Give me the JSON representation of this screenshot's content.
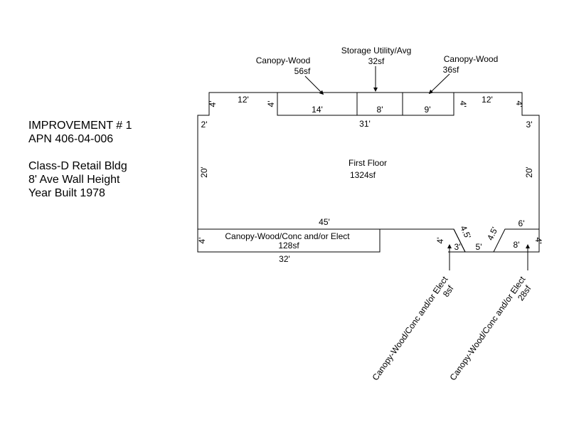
{
  "info": {
    "heading": "IMPROVEMENT # 1",
    "apn": "APN 406-04-006",
    "class": "Class-D Retail Bldg",
    "wall_height": "8' Ave Wall Height",
    "year_built": "Year Built 1978"
  },
  "areas": {
    "first_floor": {
      "name": "First Floor",
      "size": "1324sf"
    },
    "canopy_left": {
      "name": "Canopy-Wood",
      "size": "56sf"
    },
    "storage": {
      "name": "Storage Utility/Avg",
      "size": "32sf"
    },
    "canopy_right": {
      "name": "Canopy-Wood",
      "size": "36sf"
    },
    "canopy_bottom": {
      "name": "Canopy-Wood/Conc and/or Elect",
      "size": "128sf"
    },
    "canopy_small_1": {
      "name": "Canopy-Wood/Conc and/or Elect",
      "size": "8sf"
    },
    "canopy_small_2": {
      "name": "Canopy-Wood/Conc and/or Elect",
      "size": "28sf"
    }
  },
  "dims": {
    "top_left_12": "12'",
    "top_left_4": "4'",
    "left_2": "2'",
    "left_20": "20'",
    "inner_4_left": "4'",
    "seg_14": "14'",
    "seg_8": "8'",
    "seg_9": "9'",
    "span_31": "31'",
    "inner_4_right": "4'",
    "top_right_12": "12'",
    "top_right_4": "4'",
    "right_3": "3'",
    "right_20": "20'",
    "bottom_45": "45'",
    "canopy_left_4": "4'",
    "canopy_bottom_32": "32'",
    "notch_4": "4'",
    "notch_4_5_a": "4.5'",
    "notch_3": "3'",
    "notch_5": "5'",
    "notch_4_5_b": "4.5'",
    "notch_8": "8'",
    "notch_6": "6'",
    "notch_right_4": "4'"
  }
}
